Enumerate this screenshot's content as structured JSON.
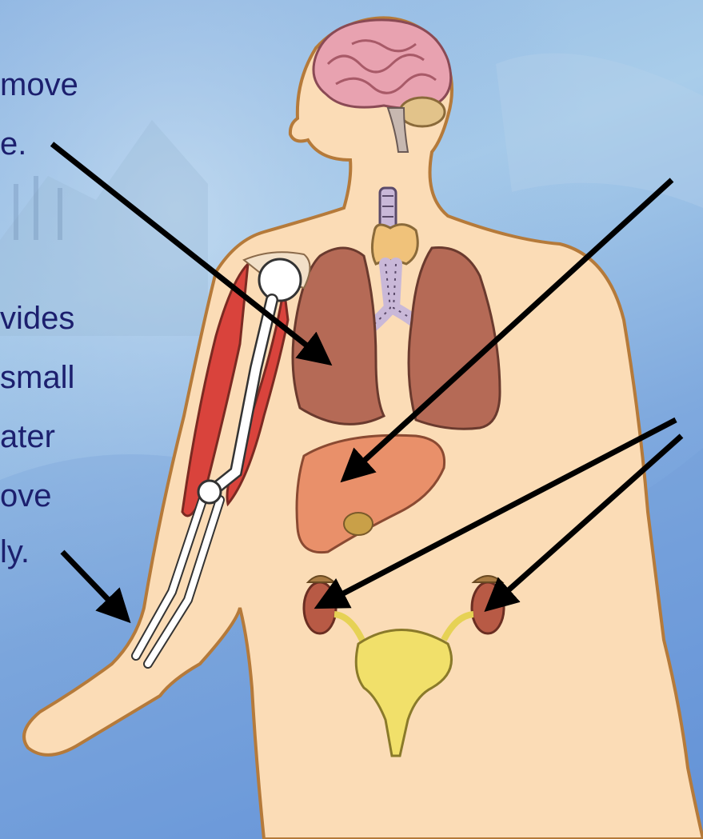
{
  "left_text": {
    "line1": "move",
    "line2": "e.",
    "line3": "vides",
    "line4": "small",
    "line5": "ater",
    "line6": "ove",
    "line7": "ly."
  },
  "colors": {
    "text": "#1c1f6e",
    "skin": "#fbdcb6",
    "skin_outline": "#b57a3a",
    "lung": "#b56a56",
    "liver": "#e9906a",
    "kidney": "#b85a45",
    "bladder": "#f1e06a",
    "muscle": "#d9433c",
    "bone": "#ffffff",
    "trachea": "#c9b8d8",
    "brain": "#e8a2b0",
    "arrow": "#000000"
  },
  "icons": [
    "brain-icon",
    "lungs-icon",
    "liver-icon",
    "kidneys-icon",
    "bladder-icon",
    "arm-muscle-icon",
    "arm-bone-icon"
  ]
}
